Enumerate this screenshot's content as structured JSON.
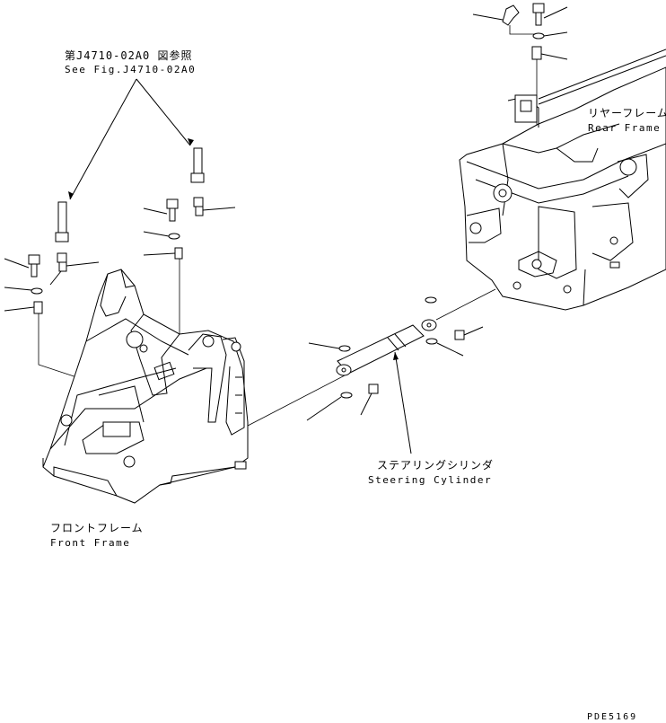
{
  "labels": {
    "ref_jp": "第J4710-02A0 図参照",
    "ref_en": "See Fig.J4710-02A0",
    "rear_jp": "リヤーフレーム",
    "rear_en": "Rear Frame",
    "steer_jp": "ステアリングシリンダ",
    "steer_en": "Steering Cylinder",
    "front_jp": "フロントフレーム",
    "front_en": "Front Frame",
    "drawing_code": "PDE5169"
  }
}
